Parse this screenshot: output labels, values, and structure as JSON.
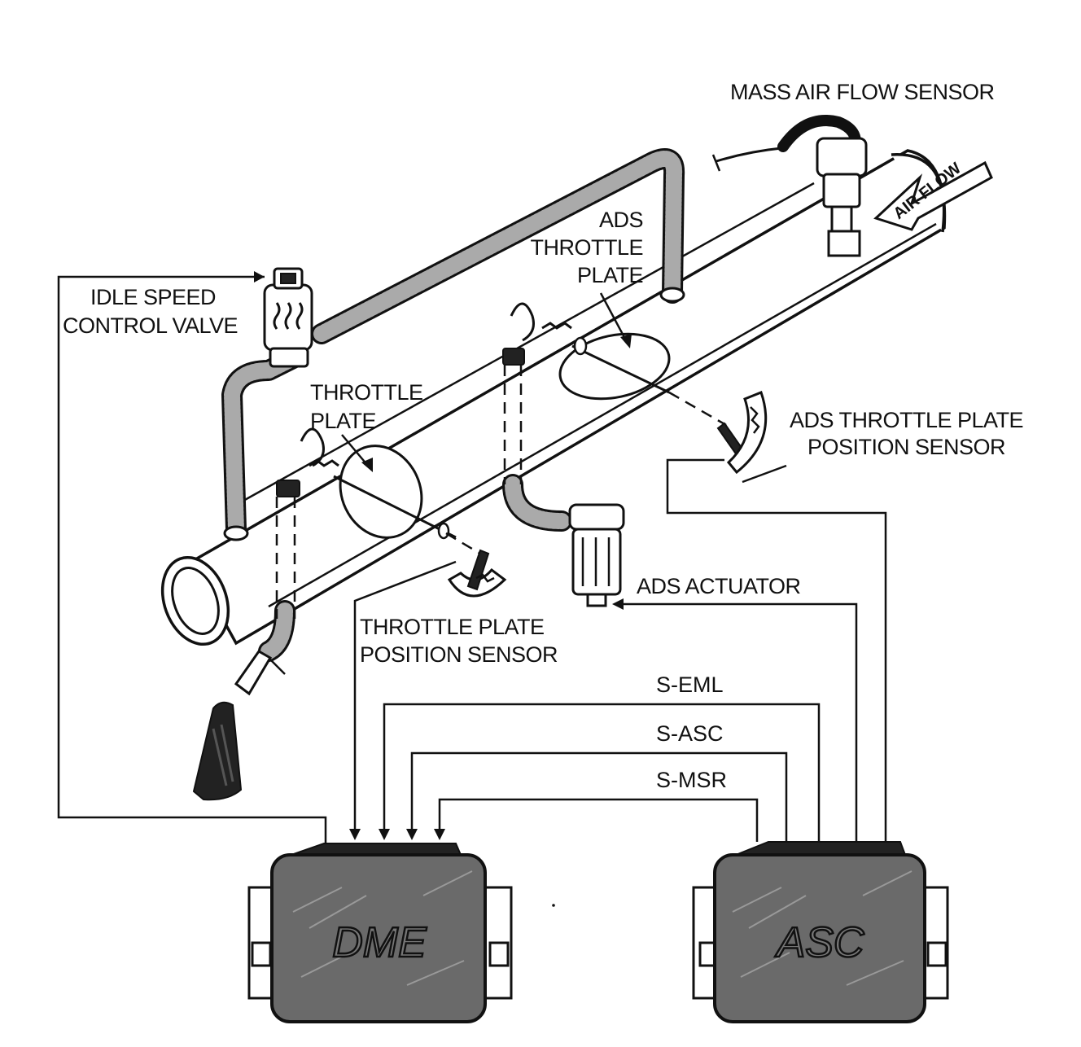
{
  "labels": {
    "mass_air_flow_sensor": "MASS AIR FLOW SENSOR",
    "air_flow": "AIR FLOW",
    "ads_throttle_plate_l1": "ADS",
    "ads_throttle_plate_l2": "THROTTLE",
    "ads_throttle_plate_l3": "PLATE",
    "idle_speed_l1": "IDLE SPEED",
    "idle_speed_l2": "CONTROL VALVE",
    "throttle_plate_l1": "THROTTLE",
    "throttle_plate_l2": "PLATE",
    "ads_tps_l1": "ADS THROTTLE PLATE",
    "ads_tps_l2": "POSITION SENSOR",
    "ads_actuator": "ADS ACTUATOR",
    "tps_l1": "THROTTLE PLATE",
    "tps_l2": "POSITION SENSOR"
  },
  "signals": {
    "s_eml": "S-EML",
    "s_asc": "S-ASC",
    "s_msr": "S-MSR"
  },
  "modules": {
    "dme": "DME",
    "asc": "ASC"
  }
}
